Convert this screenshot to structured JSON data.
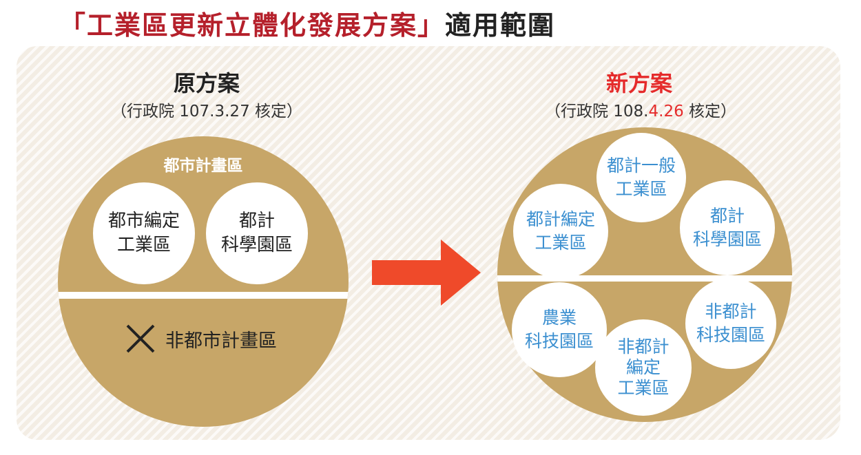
{
  "header": {
    "title_part1": "「工業區更新立體化發展方案」",
    "title_part2": "適用範圍"
  },
  "original": {
    "heading": "原方案",
    "sub_prefix": "（行政院 107.3.27 核定）",
    "urban_label": "都市計畫區",
    "circles": [
      "都市編定\n工業區",
      "都計\n科學園區"
    ],
    "excluded_label": "非都市計畫區"
  },
  "new_plan": {
    "heading": "新方案",
    "sub_prefix": "（行政院 108.",
    "sub_highlight": "4.26",
    "sub_suffix": " 核定）",
    "circles": [
      "都計一般\n工業區",
      "都計編定\n工業區",
      "都計\n科學園區",
      "農業\n科技園區",
      "非都計\n科技園區",
      "非都計\n編定\n工業區"
    ]
  },
  "colors": {
    "gold": "#c7a668",
    "title_red": "#b5202b",
    "arrow": "#ef4a2a",
    "new_text_blue": "#3b8fd0",
    "highlight_red": "#e52b2b"
  },
  "icons": {
    "excluded": "x-mark-icon",
    "arrow": "right-arrow-icon"
  }
}
